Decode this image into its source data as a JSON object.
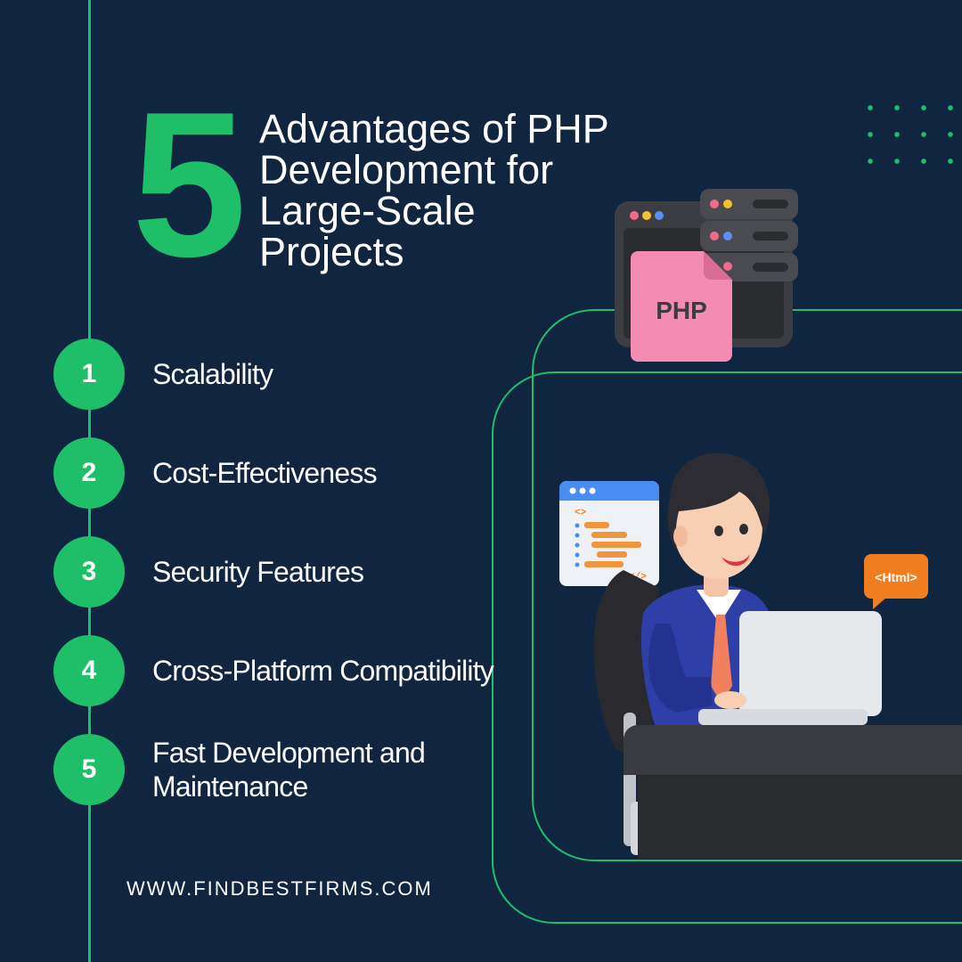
{
  "headline": {
    "number": "5",
    "lines": [
      "Advantages of PHP",
      "Development for",
      "Large-Scale",
      "Projects"
    ]
  },
  "list": [
    {
      "num": "1",
      "label": "Scalability"
    },
    {
      "num": "2",
      "label": "Cost-Effectiveness"
    },
    {
      "num": "3",
      "label": "Security Features"
    },
    {
      "num": "4",
      "label": "Cross-Platform Compatibility"
    },
    {
      "num": "5",
      "label": "Fast Development and Maintenance"
    }
  ],
  "illustration": {
    "php_file_label": "PHP",
    "html_tag_label": "<Html>",
    "code_tag_label": "</>",
    "code_open_label": "<>"
  },
  "footer": {
    "url": "WWW.FINDBESTFIRMS.COM"
  },
  "colors": {
    "background": "#0f2540",
    "accent": "#1fbf6a",
    "text": "#ffffff",
    "php_file": "#f28cb1",
    "html_bubble": "#f07e1e"
  }
}
